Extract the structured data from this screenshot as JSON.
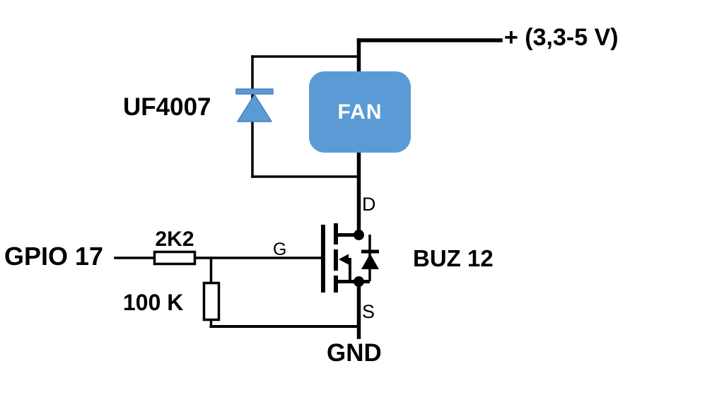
{
  "colors": {
    "background": "#ffffff",
    "wire": "#000000",
    "label_text": "#000000",
    "component_fill": "#5b9bd5",
    "component_stroke": "#4a7ebb",
    "fan_text": "#ffffff"
  },
  "labels": {
    "power_rail": "+ (3,3-5 V)",
    "flyback_diode": "UF4007",
    "fan": "FAN",
    "gpio_input": "GPIO 17",
    "series_resistor": "2K2",
    "pulldown_resistor": "100 K",
    "gate_pin": "G",
    "drain_pin": "D",
    "source_pin": "S",
    "transistor": "BUZ 12",
    "ground": "GND"
  }
}
